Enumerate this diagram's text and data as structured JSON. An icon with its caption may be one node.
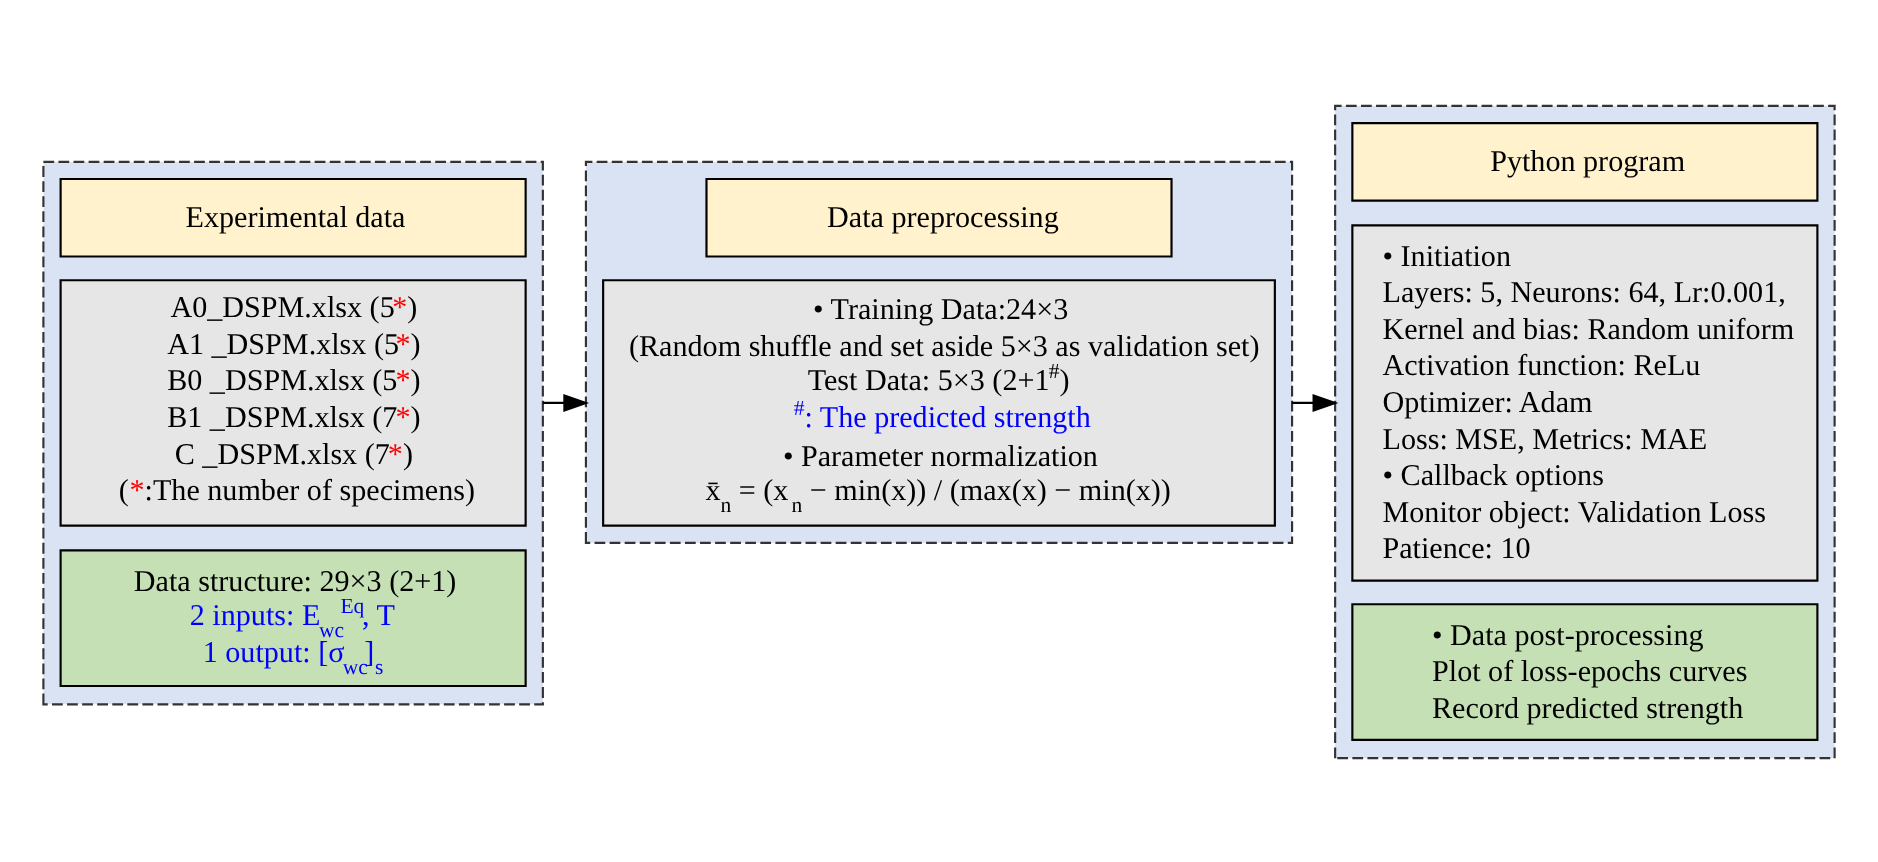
{
  "diagram": {
    "nodes": [
      {
        "text": [],
        "shape": "box"
      },
      {
        "text": [
          "Experimental data"
        ],
        "in": 0
      },
      {
        "text": [
          "A0_DSPM.xlsx (5*)",
          "A1 _DSPM.xlsx (5*)",
          "B0 _DSPM.xlsx (5*)",
          "B1 _DSPM.xlsx (7*)",
          "C _DSPM.xlsx (7*)",
          "(*:The number of specimens)"
        ],
        "in": 0
      },
      {
        "text": [
          "Data structure: 29×3 (2+1)",
          "2 inputs: E$_{wc}$$^{Eq}$, T",
          "1 output: [σ$_{wc}$]$_{s}$"
        ],
        "in": 0
      },
      {
        "text": [],
        "shape": "box"
      },
      {
        "text": [
          "Data preprocessing"
        ],
        "in": 4
      },
      {
        "text": [
          "• Training Data:24×3",
          "(Random shuffle and set aside 5×3 as validation set)",
          "Test Data: 5×3 (2+1$^{#}$)",
          "$^{#}$: The predicted strength",
          "• Parameter normalization",
          "x̄$_{n}$ = (x$_{n}$ − min(x)) / (max(x) − min(x))"
        ],
        "in": 4
      },
      {
        "text": [],
        "shape": "box"
      },
      {
        "text": [
          "Python program"
        ],
        "in": 7
      },
      {
        "text": [
          "• Initiation",
          "Layers: 5, Neurons: 64, Lr:0.001,",
          "Kernel and bias: Random uniform",
          "Activation function: ReLu",
          "Optimizer: Adam",
          "Loss: MSE, Metrics: MAE",
          "• Callback options",
          "Monitor object: Validation Loss",
          "Patience: 10"
        ],
        "in": 7
      },
      {
        "text": [
          "• Data post-processing",
          "Plot of loss-epochs curves",
          "Record predicted strength"
        ],
        "in": 7
      }
    ],
    "edges": [
      {
        "from": 0,
        "to": 4,
        "arrow": "to"
      },
      {
        "from": 4,
        "to": 7,
        "arrow": "to"
      }
    ]
  }
}
